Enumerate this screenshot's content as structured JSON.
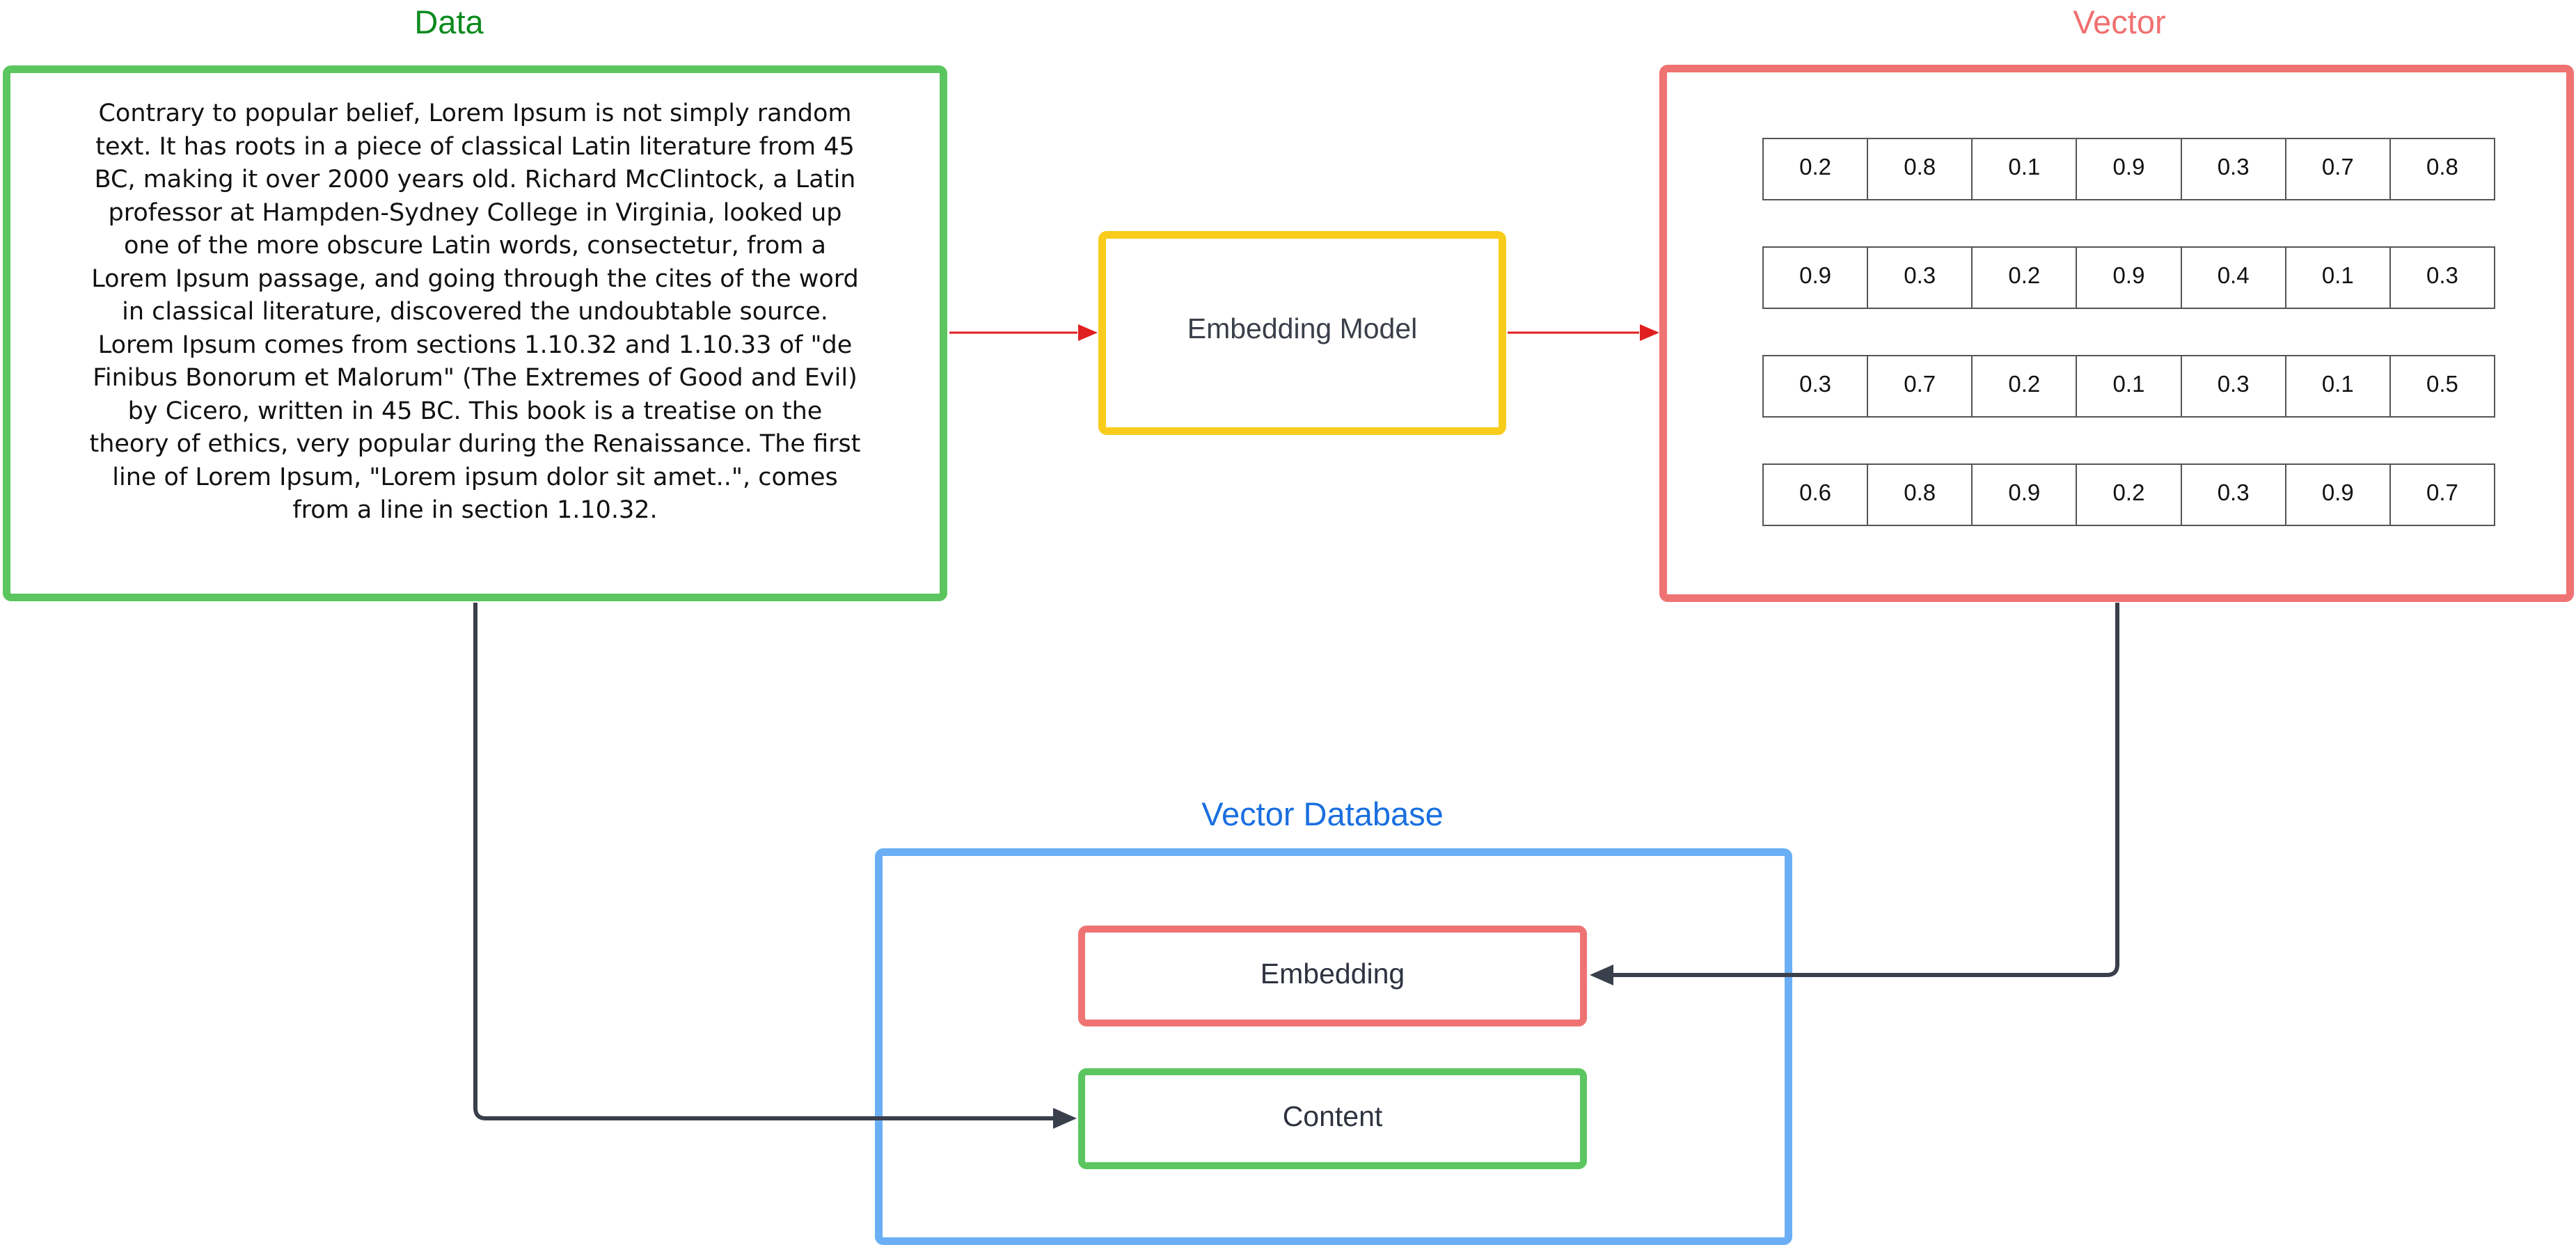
{
  "diagram": {
    "data_section": {
      "title": "Data",
      "text": "Contrary to popular belief, Lorem Ipsum is not simply random text. It has roots in a piece of classical Latin literature from 45 BC, making it over 2000 years old. Richard McClintock, a Latin professor at Hampden-Sydney College in Virginia, looked up one of the more obscure Latin words, consectetur, from a Lorem Ipsum passage, and going through the cites of the word in classical literature, discovered the undoubtable source. Lorem Ipsum comes from sections 1.10.32 and 1.10.33 of \"de Finibus Bonorum et Malorum\" (The Extremes of Good and Evil) by Cicero, written in 45 BC. This book is a treatise on the theory of ethics, very popular during the Renaissance. The first line of Lorem Ipsum, \"Lorem ipsum dolor sit amet..\", comes from a line in section 1.10.32.",
      "color": "#5bc660",
      "title_color": "#0b8a1e"
    },
    "embedding_model": {
      "label": "Embedding Model",
      "color": "#f8cc1b"
    },
    "vector_section": {
      "title": "Vector",
      "color": "#f07373",
      "rows": [
        [
          "0.2",
          "0.8",
          "0.1",
          "0.9",
          "0.3",
          "0.7",
          "0.8"
        ],
        [
          "0.9",
          "0.3",
          "0.2",
          "0.9",
          "0.4",
          "0.1",
          "0.3"
        ],
        [
          "0.3",
          "0.7",
          "0.2",
          "0.1",
          "0.3",
          "0.1",
          "0.5"
        ],
        [
          "0.6",
          "0.8",
          "0.9",
          "0.2",
          "0.3",
          "0.9",
          "0.7"
        ]
      ]
    },
    "vector_database": {
      "title": "Vector Database",
      "color": "#6aaff6",
      "title_color": "#1a6fe0",
      "embedding_label": "Embedding",
      "content_label": "Content"
    },
    "arrow_colors": {
      "flow": "#e02020",
      "storage": "#3a3f4c"
    }
  }
}
